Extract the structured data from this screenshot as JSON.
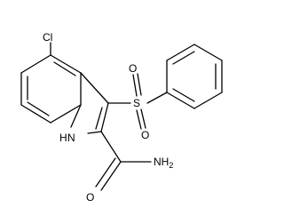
{
  "molecule": {
    "atoms": {
      "cl": "Cl",
      "nh": "H",
      "n": "N",
      "s": "S",
      "o1": "O",
      "o2": "O",
      "o3": "O",
      "nh2": "NH",
      "sub2": "2"
    }
  }
}
